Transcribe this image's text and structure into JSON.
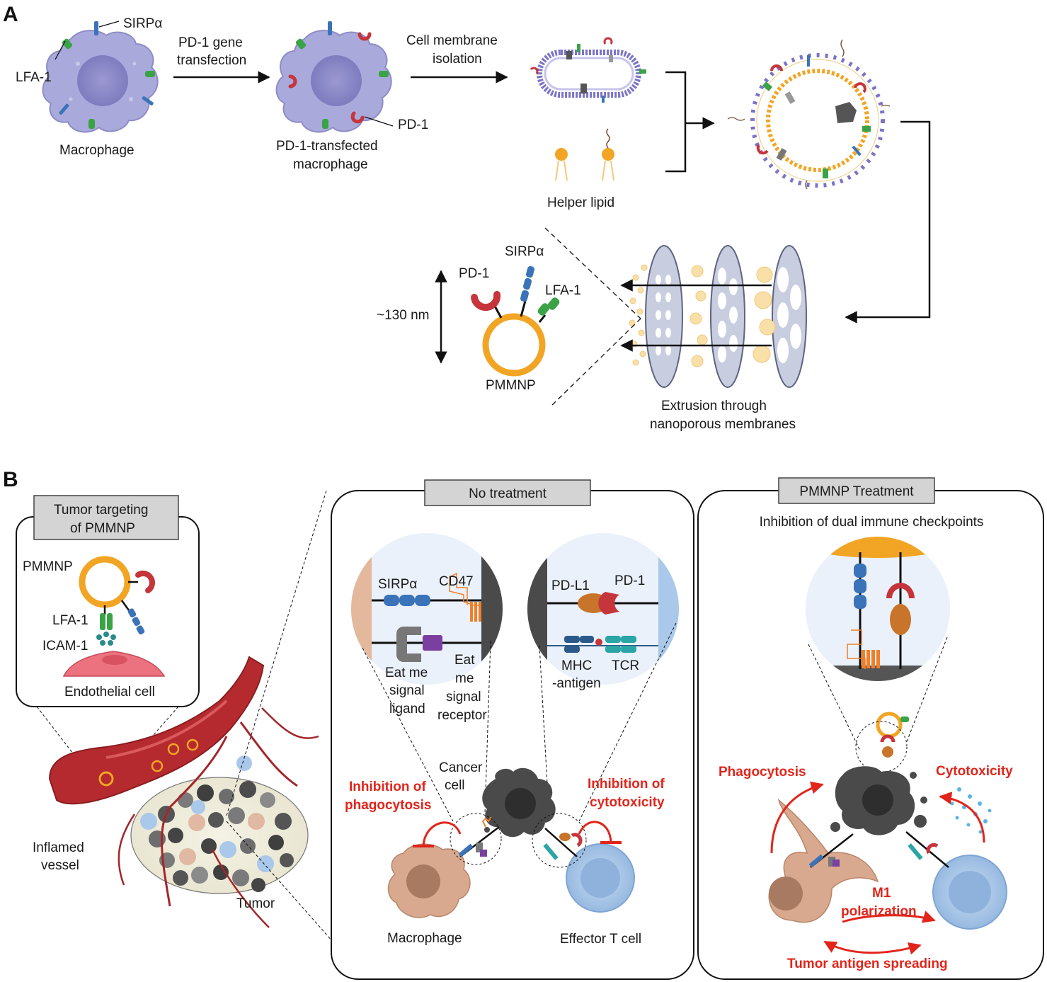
{
  "panels": {
    "a": "A",
    "b": "B"
  },
  "a": {
    "macrophage": {
      "label": "Macrophage",
      "sirpa": "SIRPα",
      "lfa1": "LFA-1"
    },
    "step1": {
      "line1": "PD-1 gene",
      "line2": "transfection"
    },
    "transfected": {
      "line1": "PD-1-transfected",
      "line2": "macrophage",
      "pd1": "PD-1"
    },
    "step2": {
      "line1": "Cell membrane",
      "line2": "isolation"
    },
    "helper_lipid": "Helper lipid",
    "pmmnp": {
      "label": "PMMNP",
      "pd1": "PD-1",
      "sirpa": "SIRPα",
      "lfa1": "LFA-1",
      "size": "~130 nm"
    },
    "extrusion": {
      "line1": "Extrusion through",
      "line2": "nanoporous membranes"
    }
  },
  "b": {
    "targeting": {
      "title_line1": "Tumor targeting",
      "title_line2": "of PMMNP",
      "pmmnp": "PMMNP",
      "lfa1": "LFA-1",
      "icam1": "ICAM-1",
      "endothelial": "Endothelial cell"
    },
    "vessel": {
      "line1": "Inflamed",
      "line2": "vessel",
      "tumor": "Tumor"
    },
    "no_treatment": {
      "title": "No treatment",
      "sirpa": "SIRPα",
      "cd47": "CD47",
      "eat_ligand_l1": "Eat me",
      "eat_ligand_l2": "signal",
      "eat_ligand_l3": "ligand",
      "eat_receptor_l1": "Eat",
      "eat_receptor_l2": "me",
      "eat_receptor_l3": "signal",
      "eat_receptor_l4": "receptor",
      "pdl1": "PD-L1",
      "pd1": "PD-1",
      "mhc_l1": "MHC",
      "mhc_l2": "-antigen",
      "tcr": "TCR",
      "cancer_l1": "Cancer",
      "cancer_l2": "cell",
      "inhib_phago_l1": "Inhibition of",
      "inhib_phago_l2": "phagocytosis",
      "inhib_cyto_l1": "Inhibition of",
      "inhib_cyto_l2": "cytotoxicity",
      "macrophage": "Macrophage",
      "tcell": "Effector T cell"
    },
    "treatment": {
      "title": "PMMNP Treatment",
      "subtitle": "Inhibition of dual immune checkpoints",
      "phagocytosis": "Phagocytosis",
      "cytotoxicity": "Cytotoxicity",
      "m1_l1": "M1",
      "m1_l2": "polarization",
      "spreading": "Tumor antigen spreading"
    }
  },
  "colors": {
    "macrophage": "#aaa9dc",
    "nucleus": "#8f8cc9",
    "pd1": "#c5353b",
    "sirpa": "#3a73b8",
    "lfa1": "#3aa346",
    "lipid": "#f2a524",
    "alert": "#e1251b",
    "cancer": "#4a4a4a",
    "tcell": "#a9c8ea",
    "tissue_macrophage": "#d9a98f",
    "vessel": "#b52a2e"
  }
}
